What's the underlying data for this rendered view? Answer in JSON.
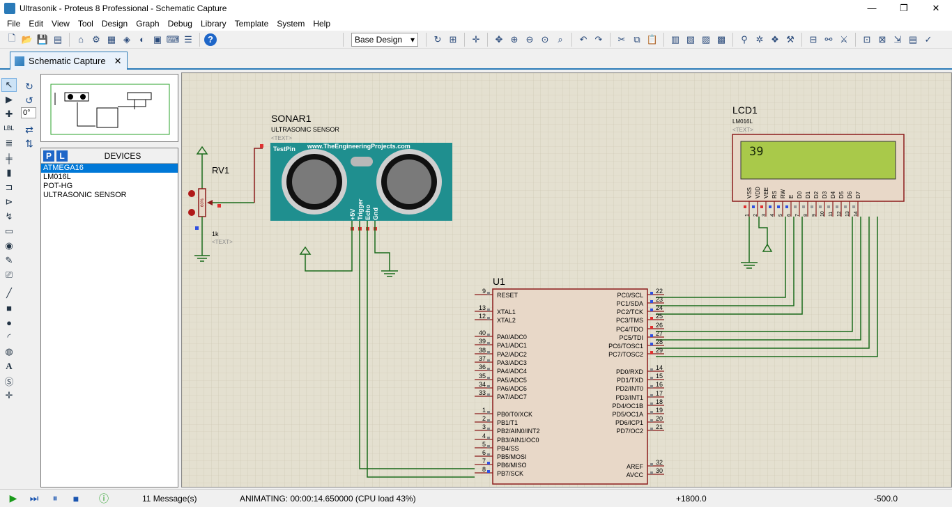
{
  "window": {
    "title": "Ultrasonik - Proteus 8 Professional - Schematic Capture"
  },
  "menu": [
    "File",
    "Edit",
    "View",
    "Tool",
    "Design",
    "Graph",
    "Debug",
    "Library",
    "Template",
    "System",
    "Help"
  ],
  "toolbar": {
    "design_select": "Base Design"
  },
  "tab": {
    "label": "Schematic Capture"
  },
  "left": {
    "angle": "0°"
  },
  "devices": {
    "p_label": "P",
    "l_label": "L",
    "title": "DEVICES",
    "items": [
      "ATMEGA16",
      "LM016L",
      "POT-HG",
      "ULTRASONIC SENSOR"
    ],
    "selected": 0
  },
  "schematic": {
    "sonar": {
      "ref": "SONAR1",
      "value": "ULTRASONIC SENSOR",
      "text": "<TEXT>",
      "testpin": "TestPin",
      "website": "www.TheEngineeringProjects.com",
      "pins": [
        "+5V",
        "Trigger",
        "Echo",
        "Gnd"
      ]
    },
    "pot": {
      "ref": "RV1",
      "value": "1k",
      "text": "<TEXT>",
      "percent": "60%"
    },
    "lcd": {
      "ref": "LCD1",
      "value": "LM016L",
      "text": "<TEXT>",
      "display": "39",
      "pin_labels": [
        "VSS",
        "VDD",
        "VEE",
        "RS",
        "RW",
        "E",
        "D0",
        "D1",
        "D2",
        "D3",
        "D4",
        "D5",
        "D6",
        "D7"
      ],
      "pin_numbers": [
        "1",
        "2",
        "3",
        "4",
        "5",
        "6",
        "7",
        "8",
        "9",
        "10",
        "11",
        "12",
        "13",
        "14"
      ]
    },
    "mcu": {
      "ref": "U1",
      "left_pins": [
        {
          "num": "9",
          "name": "RESET"
        },
        {
          "num": "13",
          "name": "XTAL1"
        },
        {
          "num": "12",
          "name": "XTAL2"
        },
        {
          "num": "40",
          "name": "PA0/ADC0"
        },
        {
          "num": "39",
          "name": "PA1/ADC1"
        },
        {
          "num": "38",
          "name": "PA2/ADC2"
        },
        {
          "num": "37",
          "name": "PA3/ADC3"
        },
        {
          "num": "36",
          "name": "PA4/ADC4"
        },
        {
          "num": "35",
          "name": "PA5/ADC5"
        },
        {
          "num": "34",
          "name": "PA6/ADC6"
        },
        {
          "num": "33",
          "name": "PA7/ADC7"
        },
        {
          "num": "1",
          "name": "PB0/T0/XCK"
        },
        {
          "num": "2",
          "name": "PB1/T1"
        },
        {
          "num": "3",
          "name": "PB2/AIN0/INT2"
        },
        {
          "num": "4",
          "name": "PB3/AIN1/OC0"
        },
        {
          "num": "5",
          "name": "PB4/SS"
        },
        {
          "num": "6",
          "name": "PB5/MOSI"
        },
        {
          "num": "7",
          "name": "PB6/MISO"
        },
        {
          "num": "8",
          "name": "PB7/SCK"
        }
      ],
      "right_pins": [
        {
          "num": "22",
          "name": "PC0/SCL"
        },
        {
          "num": "23",
          "name": "PC1/SDA"
        },
        {
          "num": "24",
          "name": "PC2/TCK"
        },
        {
          "num": "25",
          "name": "PC3/TMS"
        },
        {
          "num": "26",
          "name": "PC4/TDO"
        },
        {
          "num": "27",
          "name": "PC5/TDI"
        },
        {
          "num": "28",
          "name": "PC6/TOSC1"
        },
        {
          "num": "29",
          "name": "PC7/TOSC2"
        },
        {
          "num": "14",
          "name": "PD0/RXD"
        },
        {
          "num": "15",
          "name": "PD1/TXD"
        },
        {
          "num": "16",
          "name": "PD2/INT0"
        },
        {
          "num": "17",
          "name": "PD3/INT1"
        },
        {
          "num": "18",
          "name": "PD4/OC1B"
        },
        {
          "num": "19",
          "name": "PD5/OC1A"
        },
        {
          "num": "20",
          "name": "PD6/ICP1"
        },
        {
          "num": "21",
          "name": "PD7/OC2"
        },
        {
          "num": "32",
          "name": "AREF"
        },
        {
          "num": "30",
          "name": "AVCC"
        }
      ]
    }
  },
  "status": {
    "messages": "11 Message(s)",
    "animating": "ANIMATING: 00:00:14.650000 (CPU load 43%)",
    "x_coord": "+1800.0",
    "y_coord": "-500.0"
  },
  "colors": {
    "accent": "#2a7ab8",
    "sheet": "#e4e0d0",
    "wire": "#1a6a1a",
    "component": "#8b1a1a",
    "sonar": "#1f8f8f",
    "lcd_screen": "#a9c94a"
  }
}
